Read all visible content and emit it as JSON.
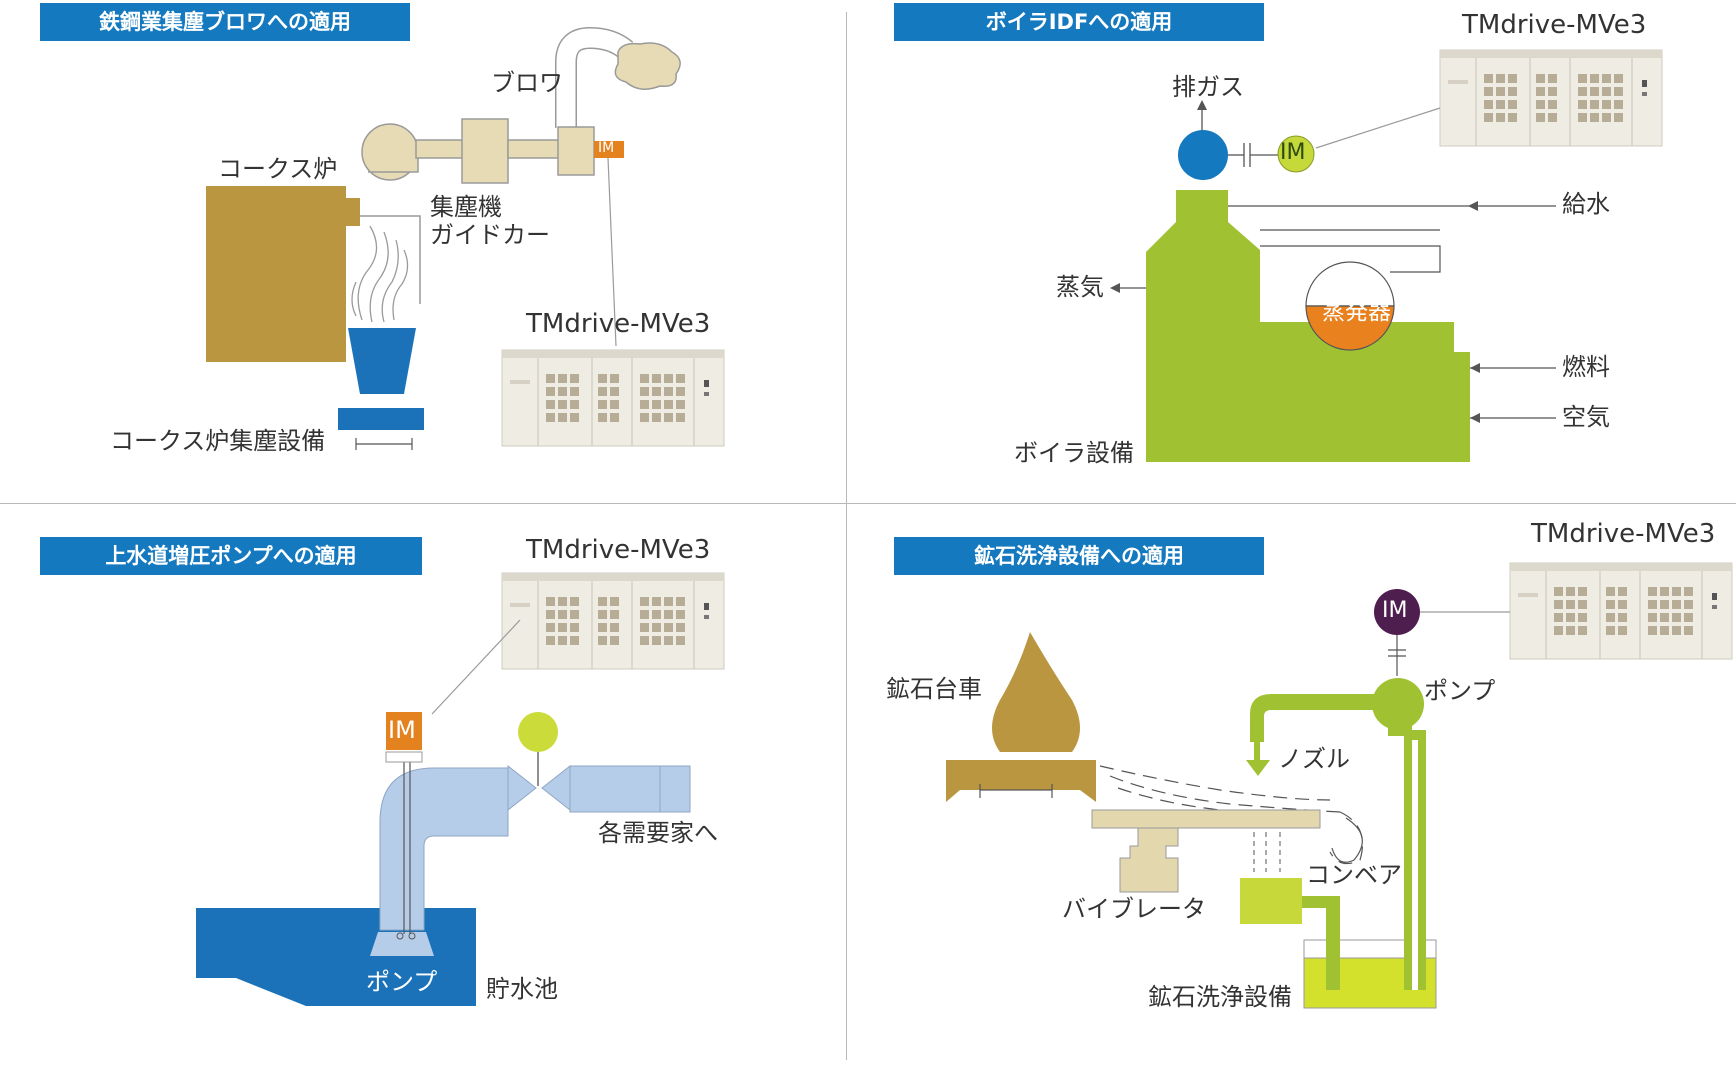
{
  "panels": {
    "tl": {
      "title": "鉄鋼業集塵ブロワへの適用",
      "blower": "ブロワ",
      "im": "IM",
      "coke_oven": "コークス炉",
      "guide_car_line1": "集塵機",
      "guide_car_line2": "ガイドカー",
      "drive": "TMdrive-MVe3",
      "facility": "コークス炉集塵設備"
    },
    "tr": {
      "title": "ボイラIDFへの適用",
      "drive": "TMdrive-MVe3",
      "exhaust": "排ガス",
      "im": "IM",
      "feedwater": "給水",
      "steam": "蒸気",
      "evaporator": "蒸発器",
      "fuel": "燃料",
      "air": "空気",
      "facility": "ボイラ設備"
    },
    "bl": {
      "title": "上水道増圧ポンプへの適用",
      "drive": "TMdrive-MVe3",
      "im": "IM",
      "to_consumers": "各需要家へ",
      "pump": "ポンプ",
      "reservoir": "貯水池"
    },
    "br": {
      "title": "鉱石洗浄設備への適用",
      "drive": "TMdrive-MVe3",
      "im": "IM",
      "ore_car": "鉱石台車",
      "pump": "ポンプ",
      "nozzle": "ノズル",
      "conveyor": "コンベア",
      "vibrator": "バイブレータ",
      "facility": "鉱石洗浄設備"
    }
  },
  "colors": {
    "banner": "#1479be",
    "coke_oven": "#b9963f",
    "blower_parts": "#e6dbb4",
    "im_orange": "#e3821f",
    "hopper_blue": "#1c72b9",
    "boiler_green": "#9fc132",
    "fan_blue": "#1479be",
    "im_yellow_green": "#c6d93a",
    "evaporator_orange": "#e8811e",
    "pipe_lightblue": "#b6cde9",
    "reservoir_blue": "#1c72b9",
    "valve_yellow_green": "#cbdb3a",
    "im_purple": "#4e1e4f",
    "ore_brown": "#b9963f",
    "vibrator_tan": "#e3d7ad",
    "conveyor_lime": "#c7d93a",
    "washing_green": "#9fc132",
    "tank_lime": "#d3e12c",
    "drive_cabinet": "#efece4"
  }
}
